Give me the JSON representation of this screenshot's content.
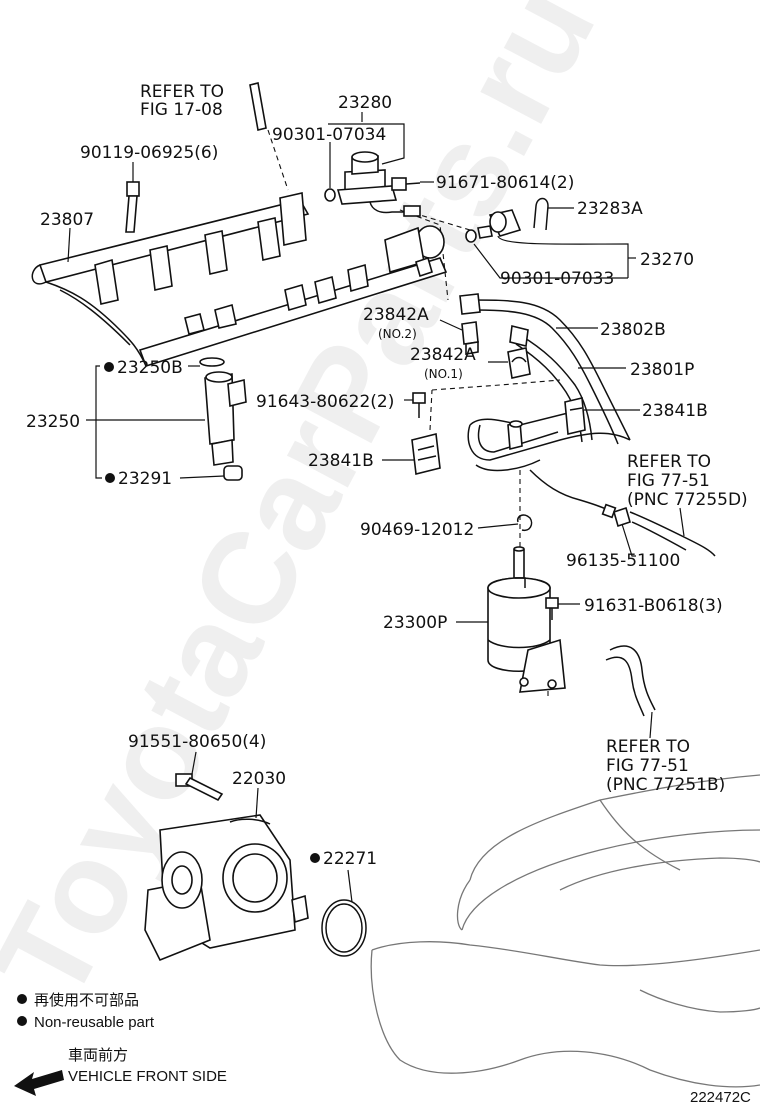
{
  "watermark": "ToyotaCarParts.ru",
  "callouts": {
    "refer_fig_17_08": [
      "REFER TO",
      "FIG 17-08"
    ],
    "p23280": "23280",
    "p90301_07034": "90301-07034",
    "p90119_06925": "90119-06925(6)",
    "p91671_80614": "91671-80614(2)",
    "p23807": "23807",
    "p23283A": "23283A",
    "p23270": "23270",
    "p90301_07033": "90301-07033",
    "p23842A_no2": "23842A",
    "p23842A_no2_sub": "(NO.2)",
    "p23802B": "23802B",
    "p23842A_no1": "23842A",
    "p23842A_no1_sub": "(NO.1)",
    "p23801P": "23801P",
    "p23250B": "23250B",
    "p23250": "23250",
    "p91643_80622": "91643-80622(2)",
    "p23841B_right": "23841B",
    "p23841B_left": "23841B",
    "p23291": "23291",
    "refer_fig_77_51_d": [
      "REFER TO",
      "FIG 77-51",
      "(PNC 77255D)"
    ],
    "p90469_12012": "90469-12012",
    "p96135_51100": "96135-51100",
    "p91631_B0618": "91631-B0618(3)",
    "p23300P": "23300P",
    "refer_fig_77_51_b": [
      "REFER TO",
      "FIG 77-51",
      "(PNC 77251B)"
    ],
    "p91551_80650": "91551-80650(4)",
    "p22030": "22030",
    "p22271": "22271"
  },
  "legend": {
    "jp": "再使用不可部品",
    "en": "Non-reusable part"
  },
  "direction": {
    "jp": "車両前方",
    "en": "VEHICLE FRONT SIDE"
  },
  "figure_id": "222472C"
}
